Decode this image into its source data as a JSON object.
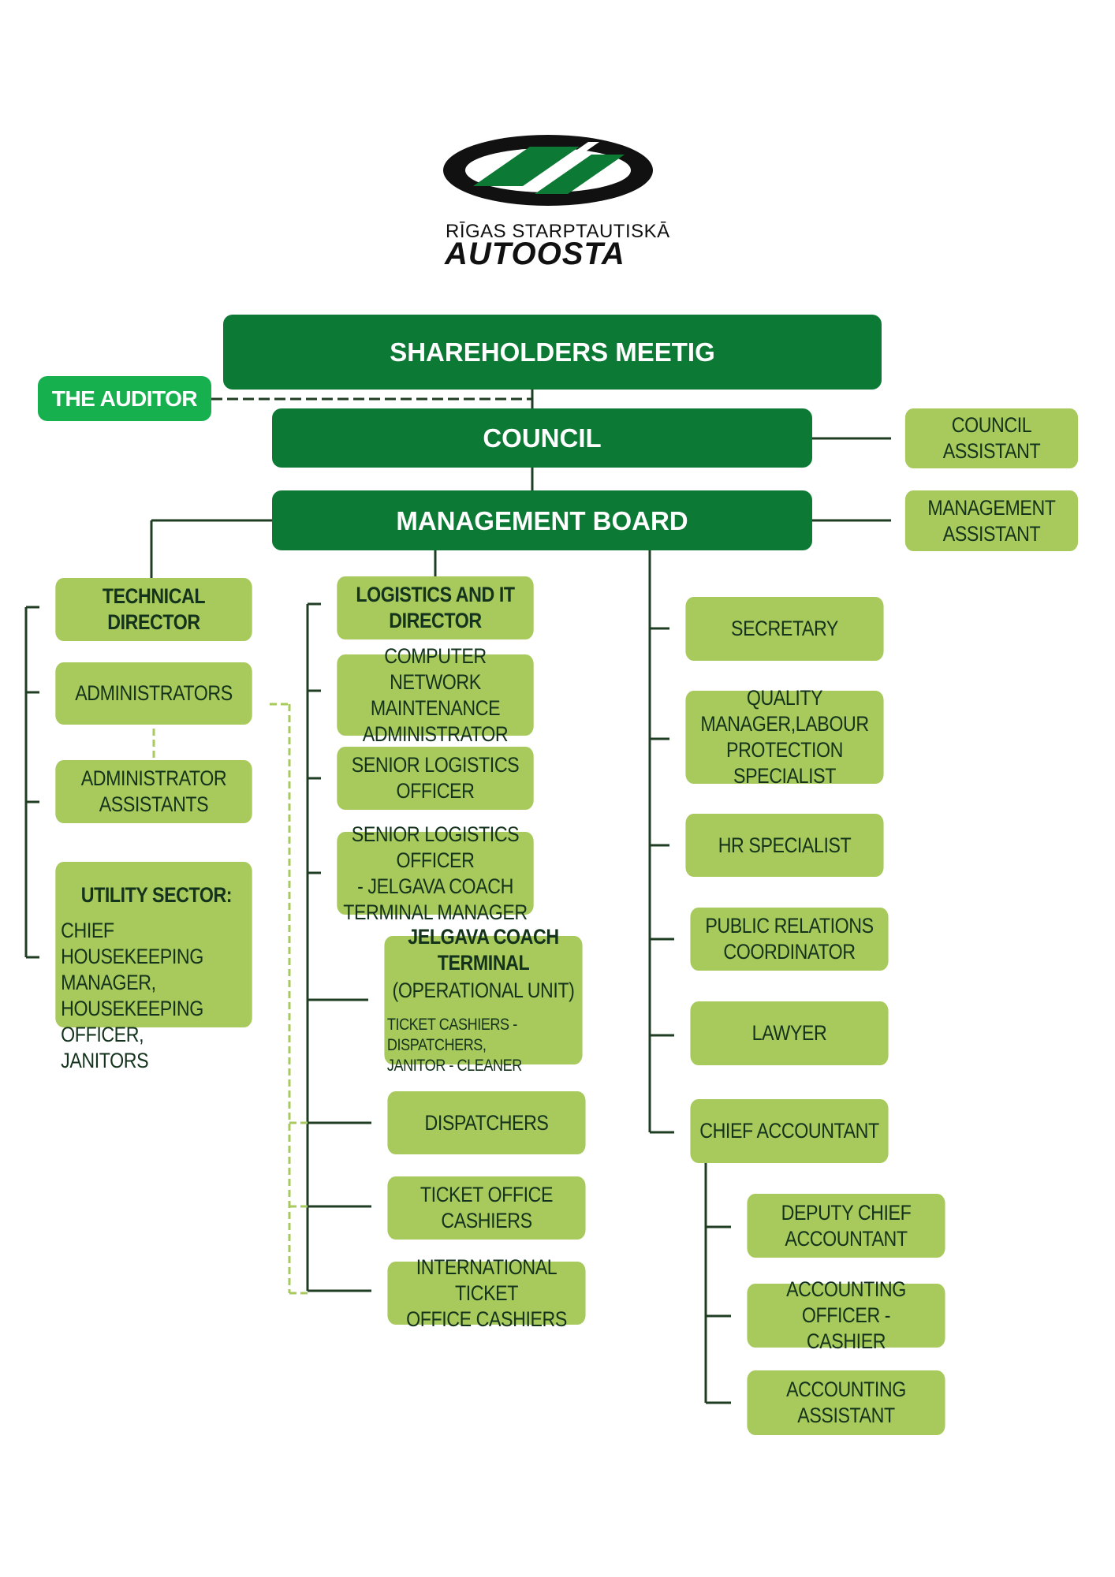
{
  "logo": {
    "line1": "RĪGAS STARPTAUTISKĀ",
    "line2": "AUTOOSTA"
  },
  "colors": {
    "dark_green": "#0c7a35",
    "light_green": "#a8c95c",
    "bright_green": "#16b04e",
    "line": "#1f3d22",
    "dashed_line": "#a8c95c"
  },
  "top": {
    "shareholders": "SHAREHOLDERS MEETIG",
    "auditor": "THE AUDITOR",
    "council": "COUNCIL",
    "council_assistant": [
      "COUNCIL",
      "ASSISTANT"
    ],
    "management_board": "MANAGEMENT BOARD",
    "management_assistant": [
      "MANAGEMENT",
      "ASSISTANT"
    ]
  },
  "technical": {
    "director": "TECHNICAL DIRECTOR",
    "administrators": "ADMINISTRATORS",
    "administrator_assistants": [
      "ADMINISTRATOR",
      "ASSISTANTS"
    ],
    "utility_title": "UTILITY SECTOR:",
    "utility_lines": [
      "CHIEF HOUSEKEEPING",
      "MANAGER,",
      "HOUSEKEEPING OFFICER,",
      "JANITORS"
    ]
  },
  "logistics": {
    "director": [
      "LOGISTICS AND IT",
      "DIRECTOR"
    ],
    "network_admin": [
      "COMPUTER NETWORK",
      "MAINTENANCE",
      "ADMINISTRATOR"
    ],
    "senior_officer": [
      "SENIOR LOGISTICS",
      "OFFICER"
    ],
    "senior_officer_jelgava": [
      "SENIOR LOGISTICS OFFICER",
      "- JELGAVA COACH",
      "TERMINAL MANAGER"
    ],
    "jelgava_title": "JELGAVA COACH TERMINAL",
    "jelgava_sub": "(OPERATIONAL UNIT)",
    "jelgava_staff": [
      "TICKET CASHIERS -DISPATCHERS,",
      "JANITOR - CLEANER"
    ],
    "dispatchers": "DISPATCHERS",
    "ticket_cashiers": "TICKET OFFICE CASHIERS",
    "intl_cashiers": [
      "INTERNATIONAL TICKET",
      "OFFICE CASHIERS"
    ]
  },
  "staff": {
    "secretary": "SECRETARY",
    "quality_manager": [
      "QUALITY MANAGER,LABOUR",
      "PROTECTION SPECIALIST"
    ],
    "hr": "HR SPECIALIST",
    "pr": [
      "PUBLIC RELATIONS",
      "COORDINATOR"
    ],
    "lawyer": "LAWYER",
    "chief_accountant": "CHIEF ACCOUNTANT",
    "deputy_chief_accountant": [
      "DEPUTY CHIEF",
      "ACCOUNTANT"
    ],
    "accounting_officer": [
      "ACCOUNTING OFFICER -",
      "CASHIER"
    ],
    "accounting_assistant": "ACCOUNTING ASSISTANT"
  }
}
